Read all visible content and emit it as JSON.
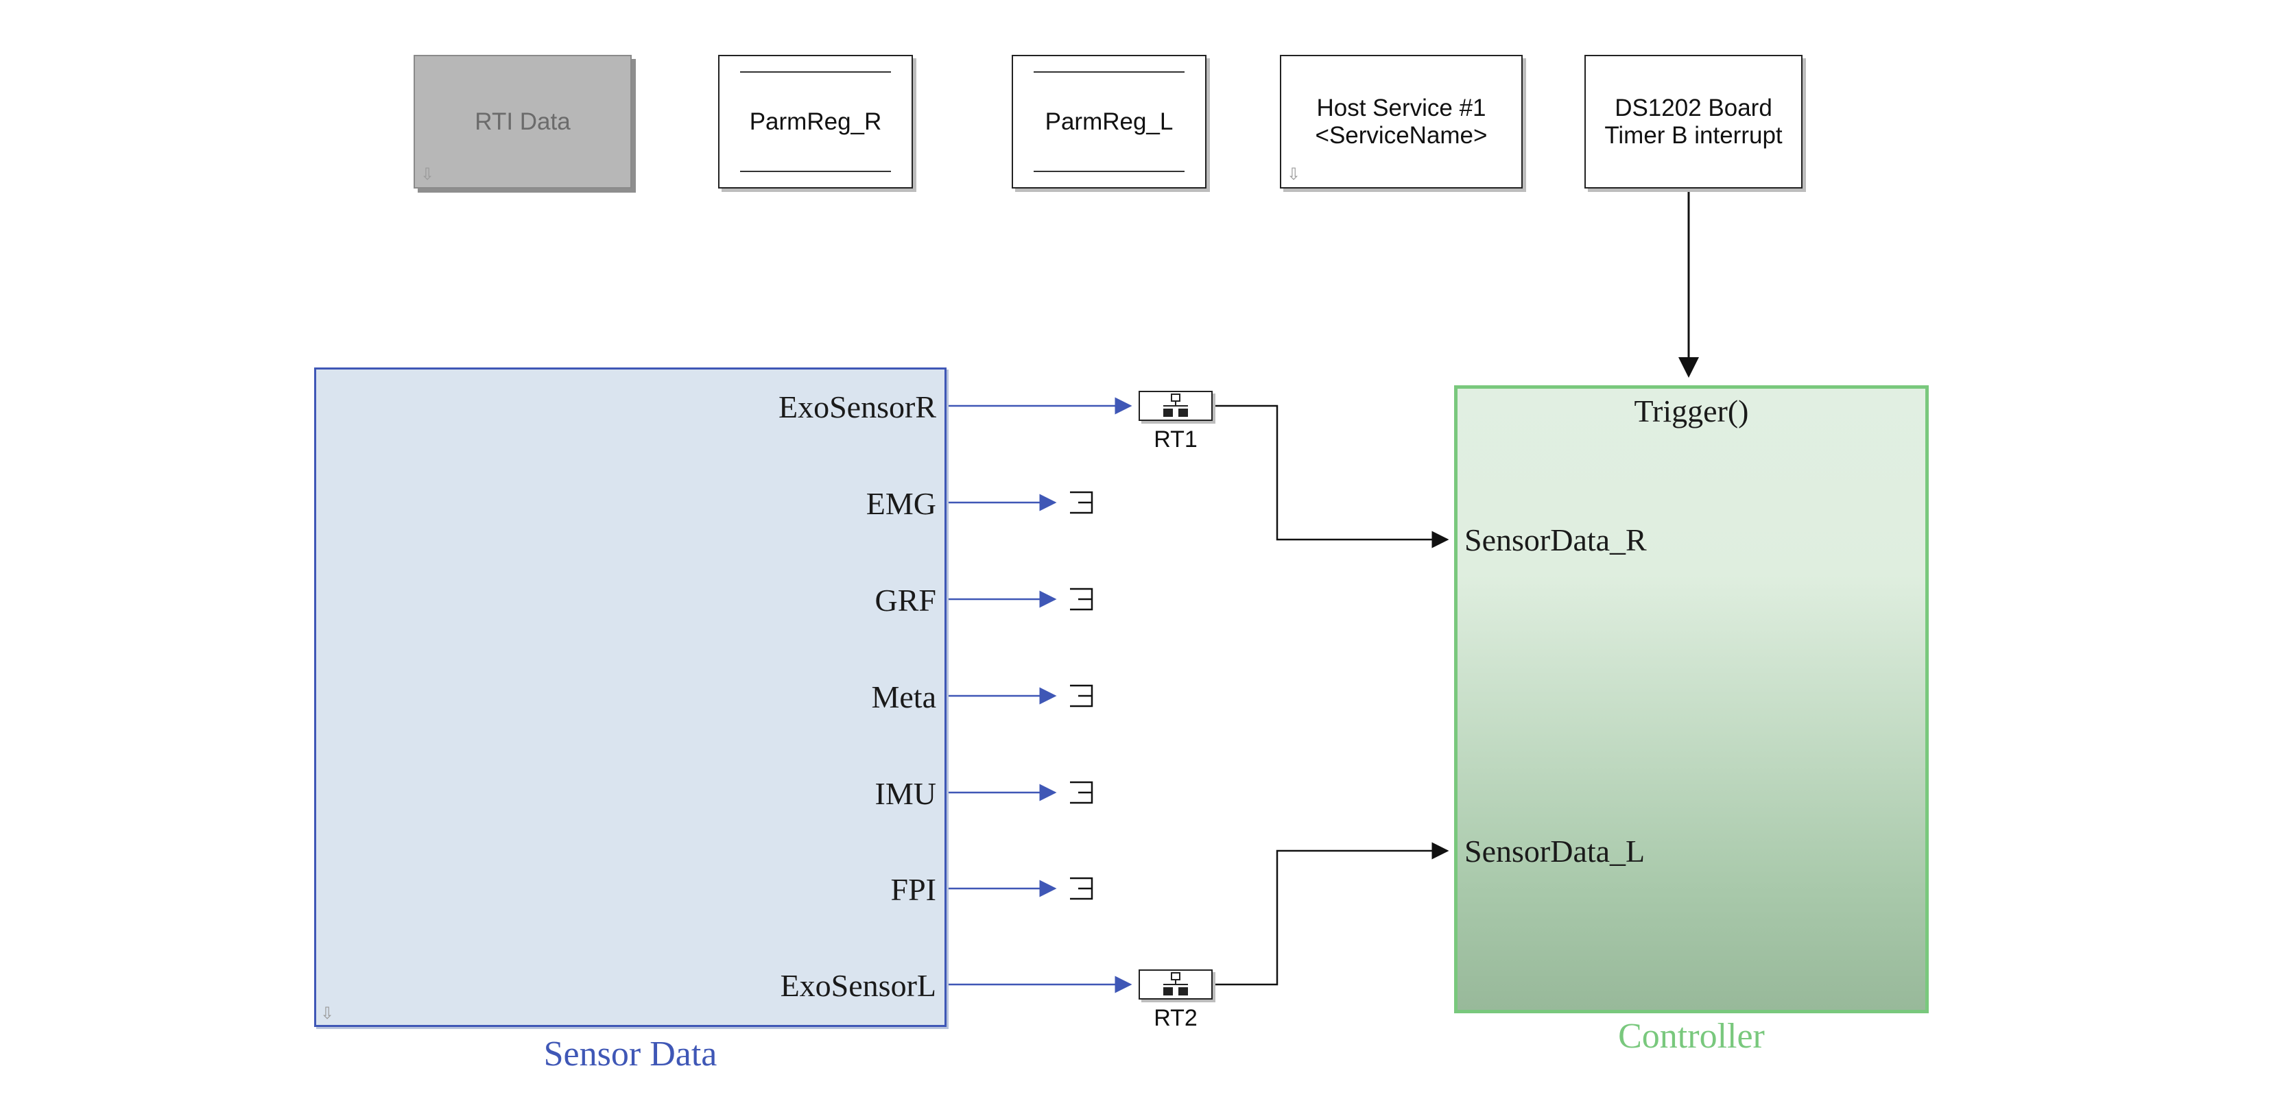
{
  "top_blocks": {
    "rti_data": "RTI Data",
    "parmreg_r": "ParmReg_R",
    "parmreg_l": "ParmReg_L",
    "host_service_line1": "Host Service #1",
    "host_service_line2": "<ServiceName>",
    "timer_line1": "DS1202 Board",
    "timer_line2": "Timer B interrupt"
  },
  "sensor_subsystem": {
    "name": "Sensor Data",
    "color": "#3f57b6",
    "outports": [
      "ExoSensorR",
      "EMG",
      "GRF",
      "Meta",
      "IMU",
      "FPI",
      "ExoSensorL"
    ]
  },
  "rate_transitions": [
    "RT1",
    "RT2"
  ],
  "controller_subsystem": {
    "name": "Controller",
    "color": "#79c87d",
    "trigger_label": "Trigger()",
    "inports": [
      "SensorData_R",
      "SensorData_L"
    ]
  },
  "colors": {
    "sensor_signal_line": "#3f57b6",
    "controller_signal_line": "#111111"
  }
}
